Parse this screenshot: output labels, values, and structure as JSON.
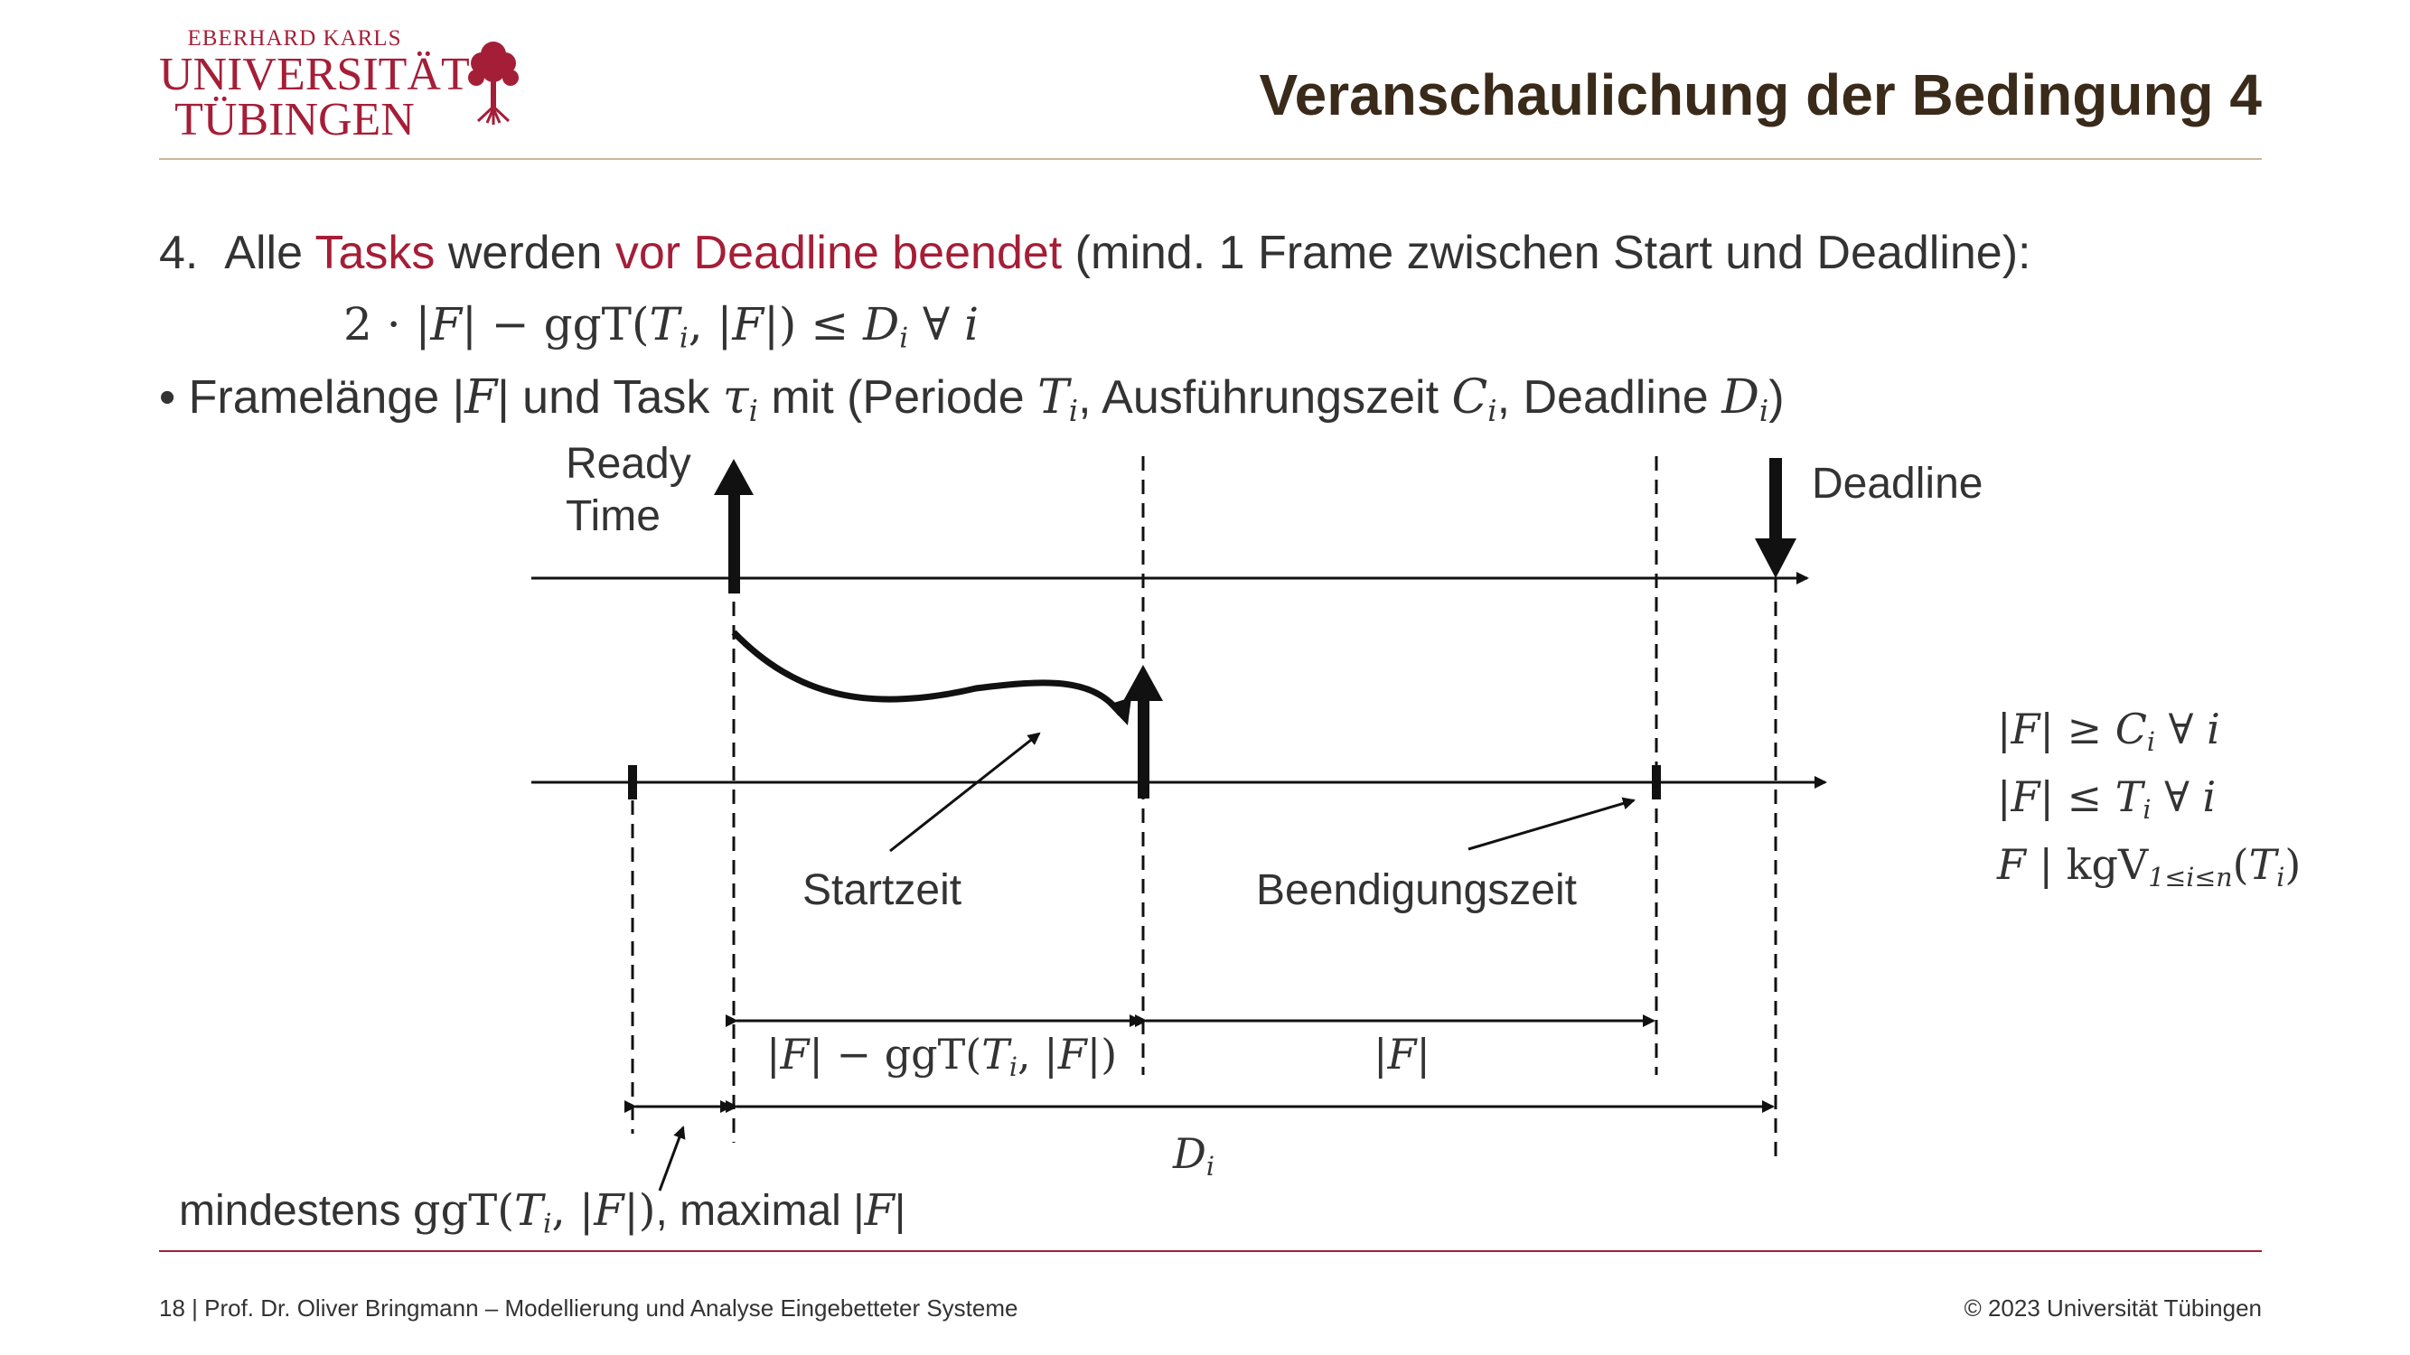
{
  "header": {
    "logo": {
      "line1": "EBERHARD KARLS",
      "line2": "UNIVERSITÄT",
      "line3": "TÜBINGEN"
    },
    "title": "Veranschaulichung der Bedingung 4"
  },
  "content": {
    "item4": {
      "number": "4.",
      "text_a": "Alle ",
      "text_tasks": "Tasks",
      "text_b": " werden ",
      "text_highlight": "vor Deadline beendet",
      "text_c": " (mind. 1 Frame zwischen Start und Deadline):"
    },
    "formula_main": {
      "a": "2 · |",
      "F": "F",
      "b": "| − ggT(",
      "T": "T",
      "i": "i",
      "c": ", |",
      "F2": "F",
      "d": "|) ≤ ",
      "D": "D",
      "i2": "i",
      "e": " ∀ ",
      "i3": "i"
    },
    "bullet": {
      "dot": "•",
      "a": "Framelänge |",
      "F": "F",
      "b": "| und Task ",
      "tau": "τ",
      "i": "i",
      "c": " mit (Periode ",
      "T": "T",
      "i2": "i",
      "d": ", Ausführungszeit ",
      "C": "C",
      "i3": "i",
      "e": ", Deadline ",
      "D": "D",
      "i4": "i",
      "f": ")"
    }
  },
  "diagram": {
    "ready_time_line1": "Ready",
    "ready_time_line2": "Time",
    "deadline": "Deadline",
    "startzeit": "Startzeit",
    "beendigungszeit": "Beendigungszeit",
    "interval1": {
      "a": "|",
      "F": "F",
      "b": "| − ggT(",
      "T": "T",
      "i": "i",
      "c": ", |",
      "F2": "F",
      "d": "|)"
    },
    "interval2": {
      "a": "|",
      "F": "F",
      "b": "|"
    },
    "di": {
      "D": "D",
      "i": "i"
    },
    "bottom_note": {
      "a": "mindestens ",
      "b": "ggT(",
      "T": "T",
      "i": "i",
      "c": ", |",
      "F": "F",
      "d": "|)",
      "e": ", maximal |",
      "F2": "F",
      "f": "|"
    }
  },
  "conditions": [
    {
      "a": "|",
      "F": "F",
      "b": "| ≥ ",
      "X": "C",
      "i": "i",
      "c": " ∀ ",
      "i2": "i"
    },
    {
      "a": "|",
      "F": "F",
      "b": "| ≤ ",
      "X": "T",
      "i": "i",
      "c": " ∀ ",
      "i2": "i"
    },
    {
      "F": "F",
      "b": " | kgV",
      "sub": "1≤i≤n",
      "c": "(",
      "T": "T",
      "i": "i",
      "d": ")"
    }
  ],
  "footer": {
    "left": "18 | Prof. Dr. Oliver Bringmann – Modellierung und Analyse Eingebetteter Systeme",
    "right": "© 2023 Universität Tübingen"
  },
  "colors": {
    "accent": "#a51e37",
    "title": "#3a2a1a",
    "rule_top": "#c8b89a"
  }
}
